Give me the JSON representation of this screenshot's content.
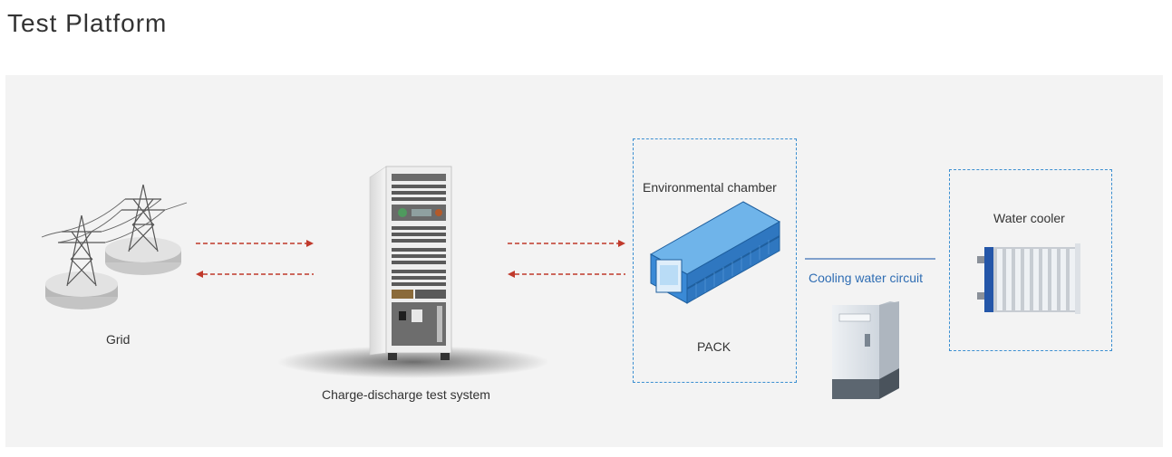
{
  "page": {
    "title": "Test Platform"
  },
  "diagram": {
    "nodes": {
      "grid": {
        "label": "Grid"
      },
      "test_system": {
        "label": "Charge-discharge test system"
      },
      "chamber": {
        "label": "Environmental chamber",
        "inner_label": "PACK"
      },
      "cooler": {
        "label": "Water cooler"
      }
    },
    "links": {
      "cooling": {
        "label": "Cooling water circuit"
      }
    }
  },
  "colors": {
    "arrow": "#c0392b",
    "dashed_border": "#3b8fd1",
    "cooling_line": "#3b6fb5",
    "background_panel": "#f3f3f3"
  }
}
